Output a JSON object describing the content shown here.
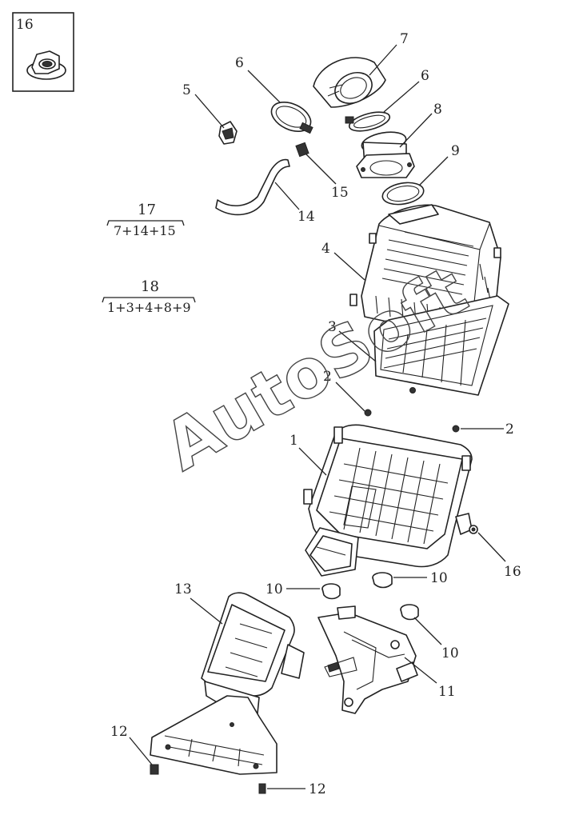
{
  "inset": {
    "number": "16"
  },
  "callouts": [
    {
      "id": "c7",
      "text": "7"
    },
    {
      "id": "c6a",
      "text": "6"
    },
    {
      "id": "c6b",
      "text": "6"
    },
    {
      "id": "c5",
      "text": "5"
    },
    {
      "id": "c8",
      "text": "8"
    },
    {
      "id": "c9",
      "text": "9"
    },
    {
      "id": "c15",
      "text": "15"
    },
    {
      "id": "c14",
      "text": "14"
    },
    {
      "id": "c4",
      "text": "4"
    },
    {
      "id": "c3",
      "text": "3"
    },
    {
      "id": "c2a",
      "text": "2"
    },
    {
      "id": "c2b",
      "text": "2"
    },
    {
      "id": "c1",
      "text": "1"
    },
    {
      "id": "c16",
      "text": "16"
    },
    {
      "id": "c10a",
      "text": "10"
    },
    {
      "id": "c10b",
      "text": "10"
    },
    {
      "id": "c10c",
      "text": "10"
    },
    {
      "id": "c13",
      "text": "13"
    },
    {
      "id": "c11",
      "text": "11"
    },
    {
      "id": "c12a",
      "text": "12"
    },
    {
      "id": "c12b",
      "text": "12"
    }
  ],
  "kits": [
    {
      "number": "17",
      "formula": "7+14+15"
    },
    {
      "number": "18",
      "formula": "1+3+4+8+9"
    }
  ],
  "watermark": "AutoSoft"
}
